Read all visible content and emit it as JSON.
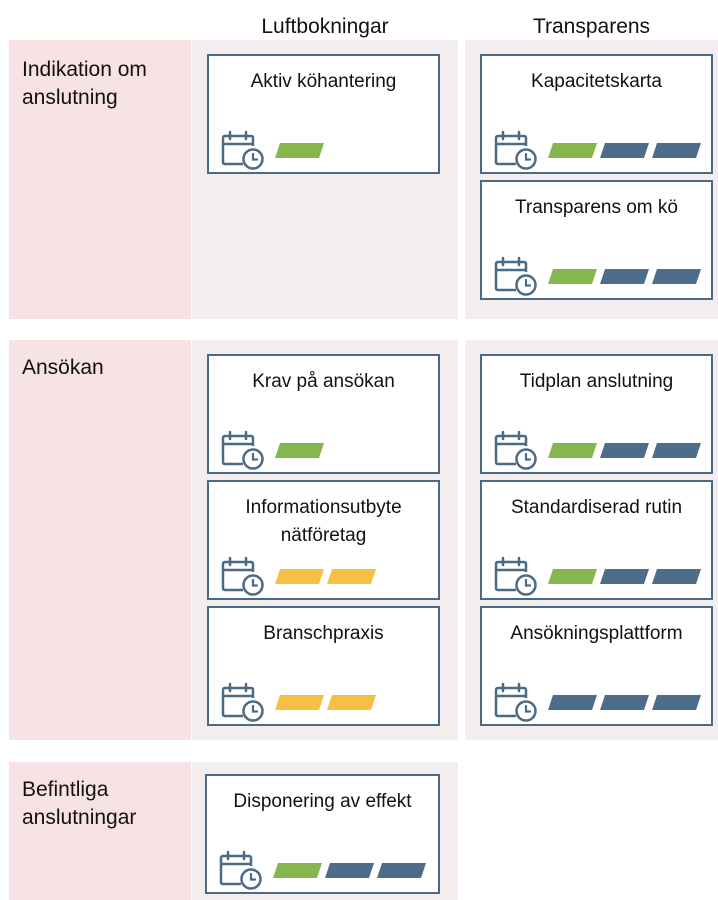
{
  "header": {
    "col1": "Luftbokningar",
    "col2": "Transparens"
  },
  "colors": {
    "green": "#86b74e",
    "blue": "#4d6d8a",
    "yellow": "#f6c046",
    "card_border": "#4a6a86",
    "row_label_bg": "#f7e3e3",
    "column_bg": "#f3eeed"
  },
  "rows": [
    {
      "label": "Indikation om anslutning",
      "luftbokningar": [
        {
          "title": "Aktiv köhantering",
          "bars": [
            "green"
          ]
        }
      ],
      "transparens": [
        {
          "title": "Kapacitetskarta",
          "bars": [
            "green",
            "blue",
            "blue"
          ]
        },
        {
          "title": "Transparens om kö",
          "bars": [
            "green",
            "blue",
            "blue"
          ]
        }
      ]
    },
    {
      "label": "Ansökan",
      "luftbokningar": [
        {
          "title": "Krav på ansökan",
          "bars": [
            "green"
          ]
        },
        {
          "title": "Informationsutbyte nätföretag",
          "bars": [
            "yellow",
            "yellow"
          ]
        },
        {
          "title": "Branschpraxis",
          "bars": [
            "yellow",
            "yellow"
          ]
        }
      ],
      "transparens": [
        {
          "title": "Tidplan anslutning",
          "bars": [
            "green",
            "blue",
            "blue"
          ]
        },
        {
          "title": "Standardiserad rutin",
          "bars": [
            "green",
            "blue",
            "blue"
          ]
        },
        {
          "title": "Ansökningsplattform",
          "bars": [
            "blue",
            "blue",
            "blue"
          ]
        }
      ]
    },
    {
      "label": "Befintliga anslutningar",
      "luftbokningar": [
        {
          "title": "Disponering av effekt",
          "bars": [
            "green",
            "blue",
            "blue"
          ]
        }
      ],
      "transparens": []
    }
  ]
}
